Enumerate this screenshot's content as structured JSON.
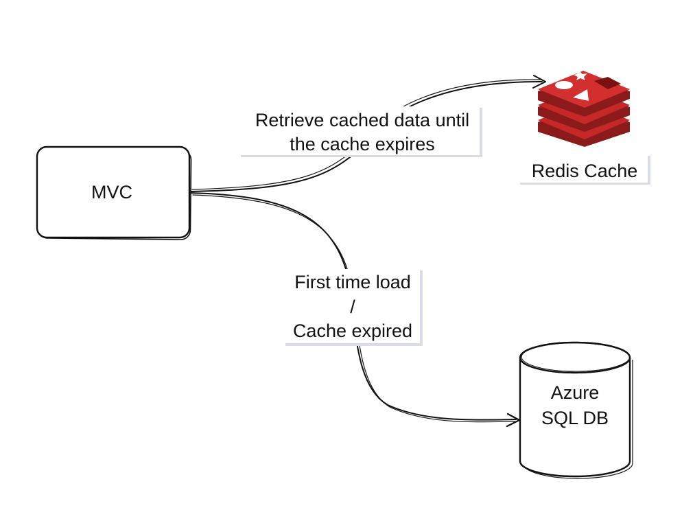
{
  "nodes": {
    "mvc": {
      "label": "MVC"
    },
    "redis": {
      "label": "Redis Cache"
    },
    "db": {
      "label_lines": [
        "Azure",
        "SQL DB"
      ]
    }
  },
  "edges": {
    "to_redis": {
      "label_lines": [
        "Retrieve cached data until",
        "the cache expires"
      ]
    },
    "to_db": {
      "label_lines": [
        "First time load",
        "/",
        "Cache expired"
      ]
    }
  },
  "colors": {
    "stroke": "#111111",
    "redis_red": "#c62828",
    "redis_dark": "#8b1a1a",
    "label_shadow": "#d9dbe6"
  },
  "icons": {
    "redis": "redis-logo-icon"
  }
}
